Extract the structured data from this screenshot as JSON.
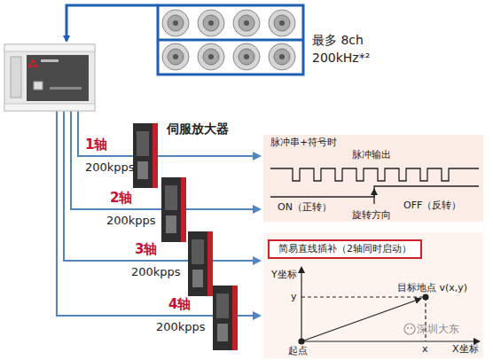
{
  "diagram": {
    "nodes": [
      {
        "text": [
          "脉冲串+符号时",
          "脉冲输出",
          "ON（正转）",
          "旋转方向",
          "OFF（反转）"
        ]
      },
      {
        "text": [
          "Y坐标",
          "y",
          "目标地点 v(x,y)",
          "起点",
          "x",
          "X坐标"
        ]
      },
      {
        "text": [
          "简易直线插补（2轴同时启动）"
        ],
        "in": 1
      }
    ],
    "labels": [
      "最多 8ch",
      "200kHz*²",
      "伺服放大器",
      "1轴",
      "200kpps",
      "2轴",
      "200kpps",
      "3轴",
      "200kpps",
      "4轴",
      "200kpps",
      "深圳大东"
    ]
  }
}
